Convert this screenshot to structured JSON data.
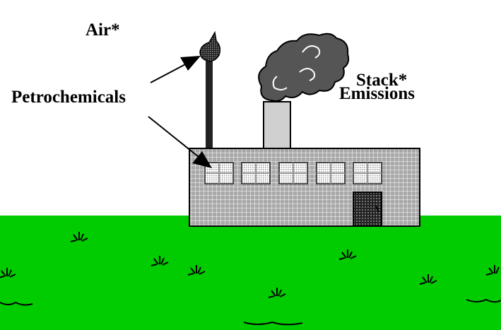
{
  "labels": {
    "air": "Air*",
    "petrochemicals": "Petrochemicals",
    "stack": "Stack*",
    "emissions": "Emissions"
  },
  "colors": {
    "grass": "#00cc00",
    "building": "#a8a8a8",
    "grid": "#ffffff",
    "smoke": "#555555",
    "chimney": "#d0d0d0",
    "outline": "#000000"
  },
  "icons": [
    "flare-stack-icon",
    "smoke-icon",
    "chimney-icon",
    "factory-icon",
    "door-icon",
    "grass-tuft-icon",
    "arrow-icon"
  ]
}
